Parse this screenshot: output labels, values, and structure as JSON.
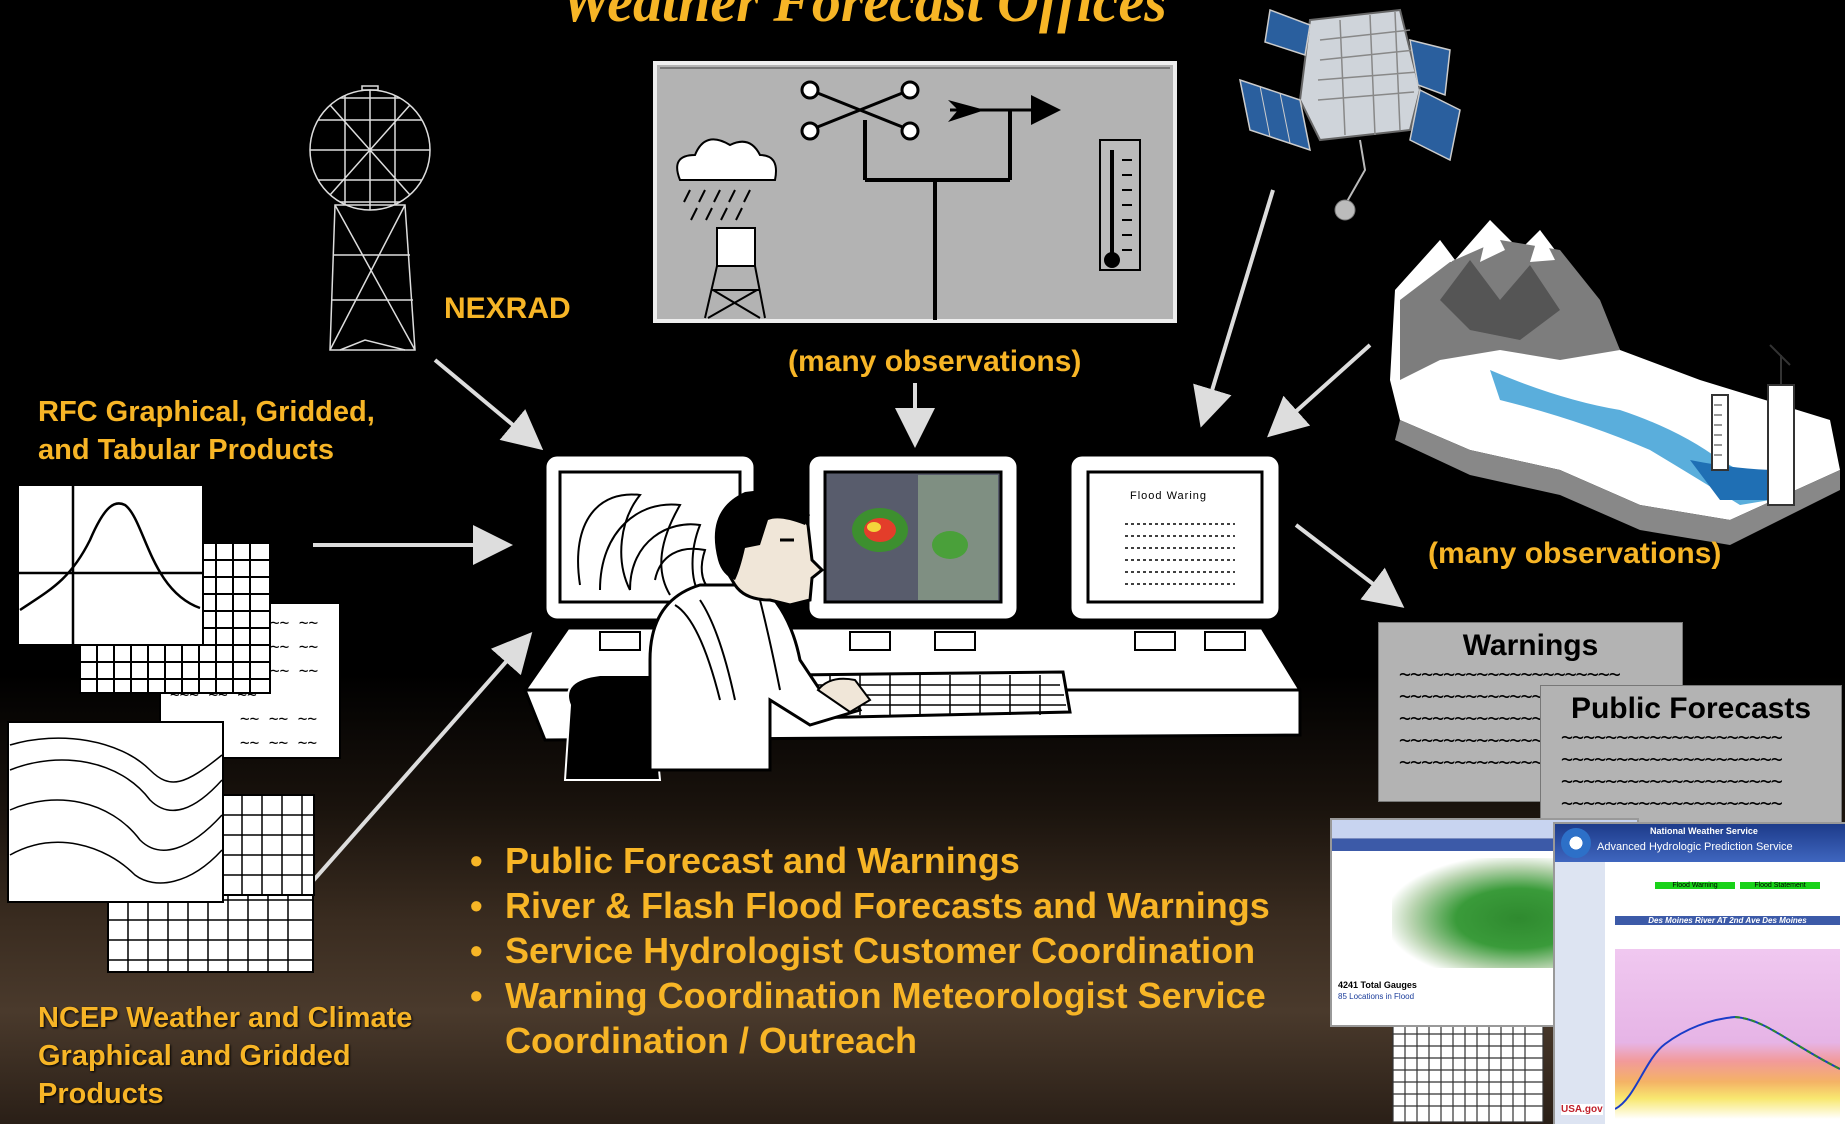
{
  "title": "Weather Forecast Offices",
  "labels": {
    "nexrad": "NEXRAD",
    "rfc": "RFC Graphical, Gridded, and Tabular Products",
    "ncep": "NCEP Weather and Climate Graphical and Gridded Products",
    "many_obs_top": "(many observations)",
    "many_obs_right": "(many observations)",
    "flood_warning": "Flood Waring"
  },
  "docs": {
    "warnings_title": "Warnings",
    "public_title": "Public Forecasts",
    "tilde_line": "~~~~~~~~~~~~~~~~~~~~"
  },
  "bullets": [
    "Public Forecast and Warnings",
    "River & Flash Flood Forecasts and Warnings",
    "Service Hydrologist Customer Coordination",
    "Warning Coordination Meteorologist Service Coordination / Outreach"
  ],
  "screenshots": {
    "map_total": "4241 Total Gauges",
    "map_flood": "85 Locations in Flood",
    "nws_header": "National Weather Service",
    "ahps_title": "Advanced Hydrologic Prediction Service",
    "ahps_location": "Des Moines River AT 2nd Ave Des Moines",
    "flood_warning_tag": "Flood Warning",
    "flood_statement_tag": "Flood Statement",
    "usa_gov": "USA.gov"
  },
  "colors": {
    "accent": "#f7b526",
    "background": "#000000"
  }
}
